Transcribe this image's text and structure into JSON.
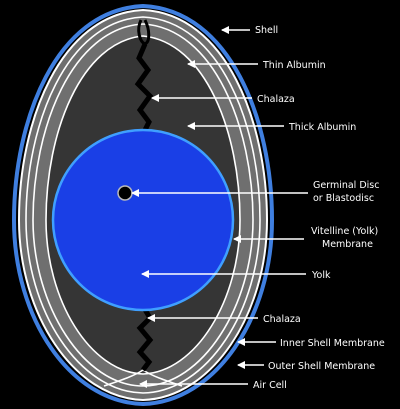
{
  "diagram": {
    "background": "#000000",
    "colors": {
      "shell_outer": "#3f7fe0",
      "shell_line": "#ffffff",
      "thin_albumin": "#6f6f6f",
      "thick_albumin": "#353535",
      "yolk": "#1a3fe6",
      "yolk_edge": "#3f9fff",
      "chalaza": "#000000",
      "arrows": "#ffffff",
      "text": "#ffffff"
    },
    "labels": [
      {
        "id": "shell",
        "lines": [
          "Shell"
        ]
      },
      {
        "id": "thin-albumin",
        "lines": [
          "Thin Albumin"
        ]
      },
      {
        "id": "chalaza-top",
        "lines": [
          "Chalaza"
        ]
      },
      {
        "id": "thick-albumin",
        "lines": [
          "Thick Albumin"
        ]
      },
      {
        "id": "germinal-disc",
        "lines": [
          "Germinal Disc",
          "or Blastodisc"
        ]
      },
      {
        "id": "vitelline-membrane",
        "lines": [
          "Vitelline (Yolk)",
          "Membrane"
        ]
      },
      {
        "id": "yolk",
        "lines": [
          "Yolk"
        ]
      },
      {
        "id": "chalaza-bottom",
        "lines": [
          "Chalaza"
        ]
      },
      {
        "id": "inner-shell-membrane",
        "lines": [
          "Inner Shell Membrane"
        ]
      },
      {
        "id": "outer-shell-membrane",
        "lines": [
          "Outer Shell Membrane"
        ]
      },
      {
        "id": "air-cell",
        "lines": [
          "Air Cell"
        ]
      }
    ]
  }
}
